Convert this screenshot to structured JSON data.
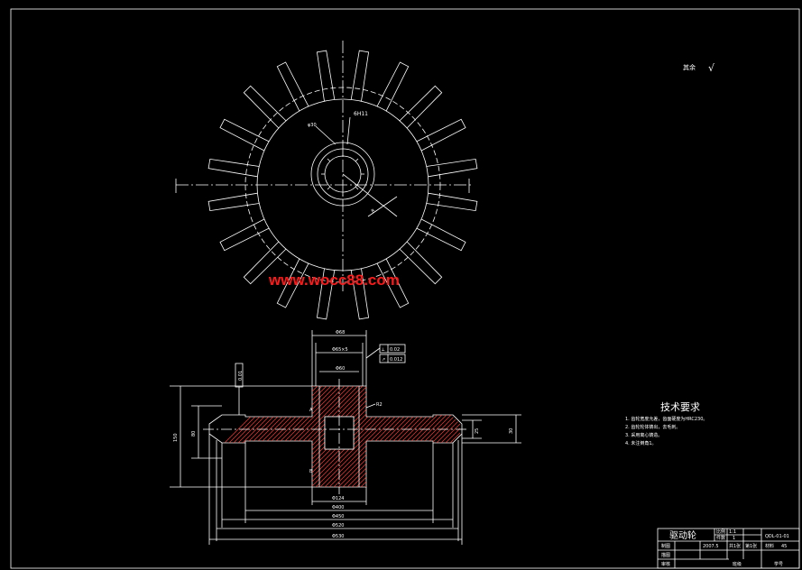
{
  "watermark": "www.wocc88.com",
  "colors": {
    "background": "#000000",
    "line": "#ffffff",
    "hatch": "#ff3b30",
    "watermark": "#ff1a1a",
    "center_line": "#ffffff"
  },
  "surface_note": {
    "text": "其余",
    "symbol": "√"
  },
  "gear_view": {
    "annotations": {
      "keyway": "6H11",
      "small_label": "φ30",
      "leader_label": "R"
    }
  },
  "section_view": {
    "top_dims": [
      "Φ68",
      "Φ65×5",
      "Φ60"
    ],
    "tolerance_frames": [
      {
        "symbol": "⟂",
        "value": "0.02"
      },
      {
        "symbol": "↗",
        "value": "0.012"
      }
    ],
    "left_dims": [
      "150",
      "80"
    ],
    "right_dims": [
      "25",
      "30"
    ],
    "side_labels": {
      "r_note": "R2",
      "left_frame": "0.01",
      "a_label": "A",
      "b_label": "B"
    },
    "bottom_dims": [
      "Φ124",
      "Φ400",
      "Φ450",
      "Φ520",
      "Φ530"
    ]
  },
  "tech_requirements": {
    "title": "技术要求",
    "items": [
      "1. 齿轮宽度允差，齿面硬度为HRC230。",
      "2. 齿轮轮体铸出，去毛刺。",
      "3. 采用离心铸造。",
      "4. 未注倒角1。"
    ]
  },
  "title_block": {
    "part_name": "驱动轮",
    "scale_label": "比例",
    "scale_value": "1:1",
    "qty_label": "件数",
    "qty_value": "1",
    "drawing_no": "QDL-01-01",
    "designer_label": "制图",
    "designer_date": "2007.5",
    "checker_label": "描图",
    "reviewer_label": "审核",
    "school_label": "共1张",
    "sheet_label": "第1张",
    "material_label": "材料",
    "material_value": "45",
    "class_label": "班级",
    "id_label": "学号"
  }
}
